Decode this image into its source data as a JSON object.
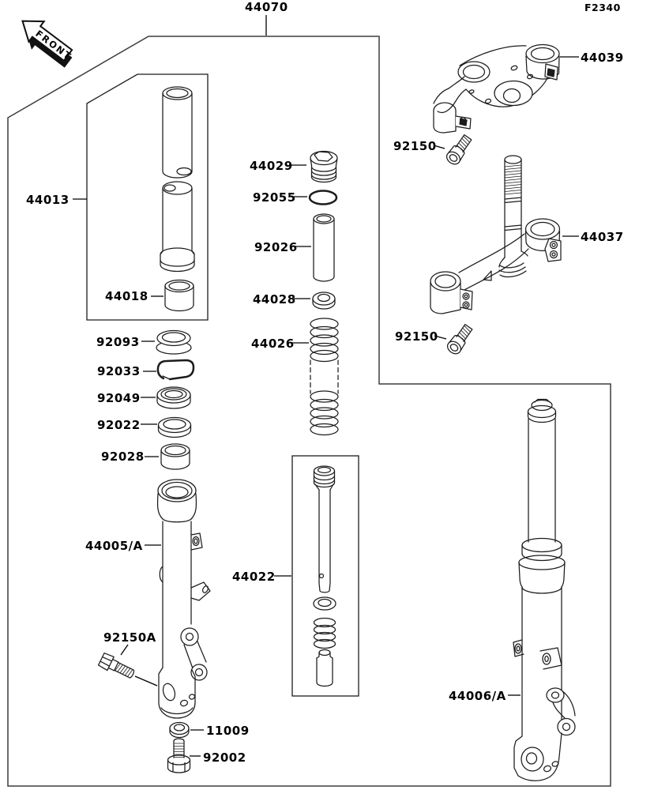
{
  "page": {
    "figure_code": "F2340",
    "front_marker": "FRONT"
  },
  "parts": {
    "fork_assembly": "44070",
    "upper_fork_holder": "44039",
    "upper_holder_bolt": "92150",
    "lower_fork_holder": "44037",
    "lower_holder_bolt": "92150",
    "inner_tube_set": "44013",
    "guide_bushing": "44018",
    "fork_cap_bolt": "44029",
    "o_ring": "92055",
    "spacer_tube": "92026",
    "spring_seat_washer": "44028",
    "fork_spring": "44026",
    "dust_seal": "92093",
    "snap_ring": "92033",
    "oil_seal": "92049",
    "seal_washer": "92022",
    "outer_bushing": "92028",
    "outer_tube_left": "44005/A",
    "axle_clamp_bolt": "92150A",
    "drain_gasket": "11009",
    "drain_bolt": "92002",
    "damper_rod_set": "44022",
    "fork_assembly_right": "44006/A"
  }
}
